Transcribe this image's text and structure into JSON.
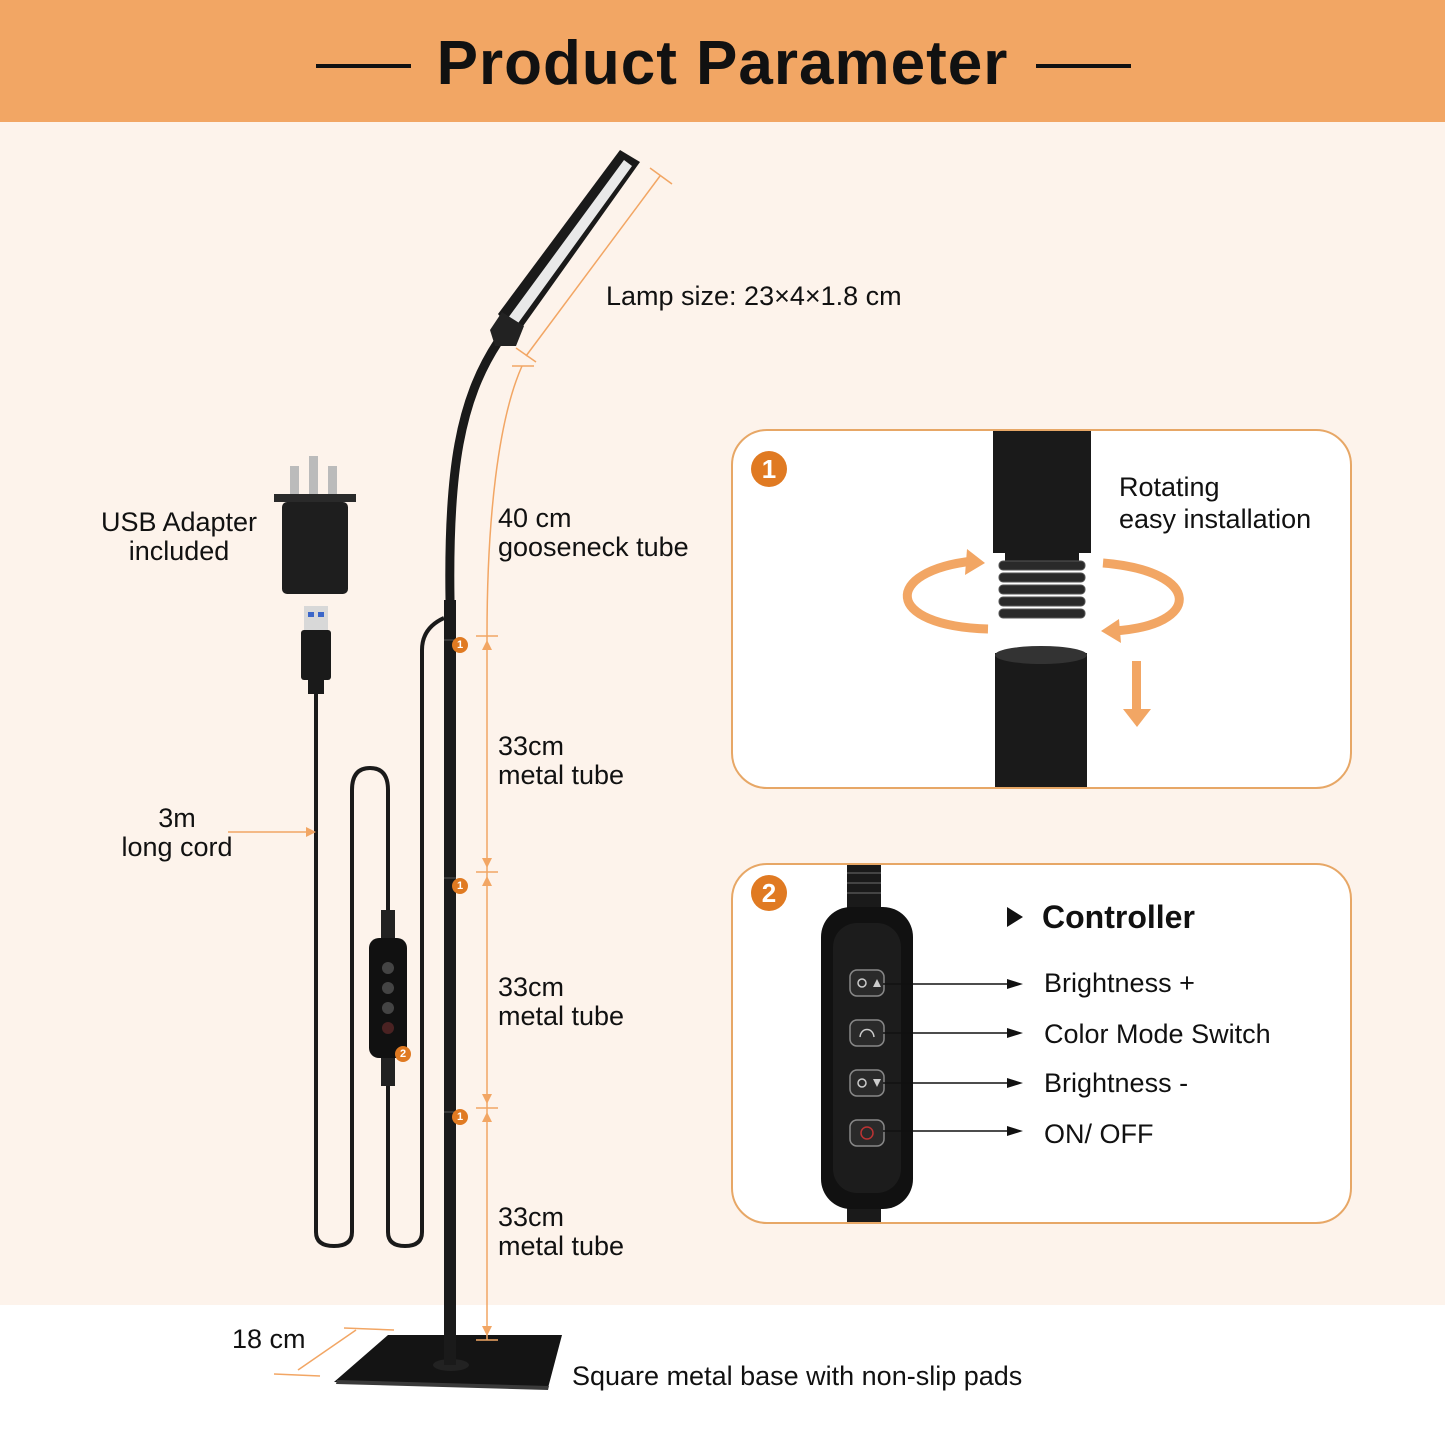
{
  "header": {
    "title": "Product Parameter"
  },
  "labels": {
    "lamp_size": "Lamp size: 23×4×1.8 cm",
    "usb_adapter": "USB Adapter\nincluded",
    "gooseneck": "40 cm\ngooseneck tube",
    "metal_tube_1": "33cm\nmetal tube",
    "metal_tube_2": "33cm\nmetal tube",
    "metal_tube_3": "33cm\nmetal tube",
    "cord": "3m\nlong cord",
    "base_size": "18 cm",
    "base_desc": "Square metal base with non-slip pads"
  },
  "card1": {
    "badge": "1",
    "text": "Rotating\neasy installation"
  },
  "card2": {
    "badge": "2",
    "title": "Controller",
    "buttons": [
      {
        "label": "Brightness +",
        "icon": "brightness-up-icon"
      },
      {
        "label": "Color Mode Switch",
        "icon": "color-mode-icon"
      },
      {
        "label": "Brightness -",
        "icon": "brightness-down-icon"
      },
      {
        "label": "ON/ OFF",
        "icon": "power-icon"
      }
    ]
  },
  "markers": {
    "joint": "1",
    "controller": "2"
  },
  "colors": {
    "accent": "#f2a664",
    "badge": "#e07a22",
    "lamp": "#1a1a1a"
  }
}
